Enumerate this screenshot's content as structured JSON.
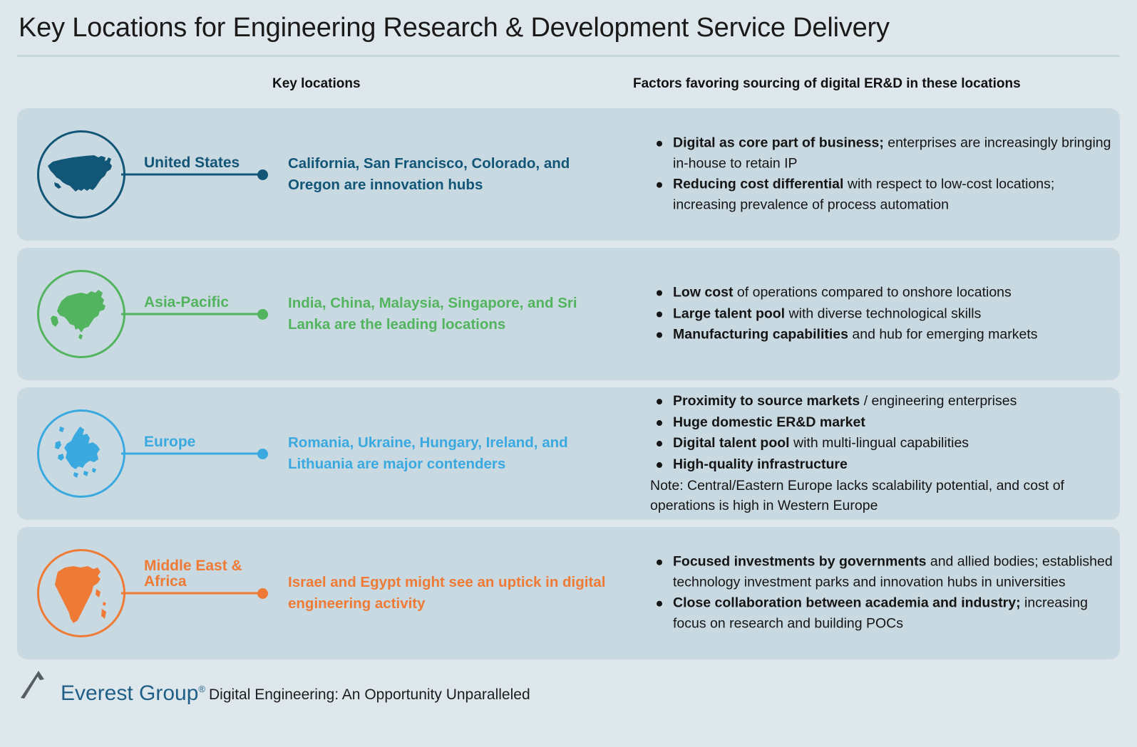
{
  "title": "Key Locations for Engineering Research & Development Service Delivery",
  "headers": {
    "key_locations": "Key locations",
    "factors": "Factors favoring sourcing of digital ER&D in these locations"
  },
  "colors": {
    "page_background": "#dee7ec",
    "row_background": "#c9d9e1",
    "divider": "#c8d6de",
    "united_states": "#115577",
    "asia_pacific": "#52b45e",
    "europe": "#3aa9e0",
    "middle_east_africa": "#ef7a35",
    "logo_blue": "#1f5f87",
    "body_text": "#151515"
  },
  "rows": [
    {
      "id": "united-states",
      "region_label": "United States",
      "map_icon": "usa-map-icon",
      "accent": "#115577",
      "key_location_text": "California, San Francisco, Colorado, and Oregon are innovation hubs",
      "factors": [
        {
          "bold": "Digital as core part of business;",
          "rest": " enterprises are increasingly bringing in-house to retain IP"
        },
        {
          "bold": "Reducing cost differential",
          "rest": " with respect to low-cost locations; increasing prevalence of process automation"
        }
      ],
      "note": ""
    },
    {
      "id": "asia-pacific",
      "region_label": "Asia-Pacific",
      "map_icon": "asia-map-icon",
      "accent": "#52b45e",
      "key_location_text": "India, China, Malaysia, Singapore, and Sri Lanka are the leading locations",
      "factors": [
        {
          "bold": "Low cost",
          "rest": " of operations compared to onshore locations"
        },
        {
          "bold": "Large talent pool",
          "rest": " with diverse technological skills"
        },
        {
          "bold": "Manufacturing capabilities",
          "rest": " and hub for emerging markets"
        }
      ],
      "note": ""
    },
    {
      "id": "europe",
      "region_label": "Europe",
      "map_icon": "europe-map-icon",
      "accent": "#3aa9e0",
      "key_location_text": "Romania, Ukraine, Hungary, Ireland, and Lithuania are major contenders",
      "factors": [
        {
          "bold": "Proximity to source markets",
          "rest": " / engineering enterprises"
        },
        {
          "bold": "Huge domestic ER&D market",
          "rest": ""
        },
        {
          "bold": "Digital talent pool",
          "rest": " with multi-lingual capabilities"
        },
        {
          "bold": "High-quality infrastructure",
          "rest": ""
        }
      ],
      "note": "Note: Central/Eastern Europe lacks scalability potential, and cost of operations is high in Western Europe"
    },
    {
      "id": "middle-east-africa",
      "region_label": "Middle East &\nAfrica",
      "map_icon": "africa-map-icon",
      "accent": "#ef7a35",
      "key_location_text": "Israel and Egypt might see an uptick in digital engineering activity",
      "factors": [
        {
          "bold": "Focused investments by governments",
          "rest": " and allied bodies; established technology investment parks and innovation hubs in universities"
        },
        {
          "bold": "Close collaboration between academia and industry;",
          "rest": " increasing focus on research and building POCs"
        }
      ],
      "note": ""
    }
  ],
  "footer": {
    "logo_mark": "mountain-peak-icon",
    "logo_word": "Everest Group",
    "logo_registered": "®",
    "caption": "Digital Engineering: An Opportunity Unparalleled"
  }
}
